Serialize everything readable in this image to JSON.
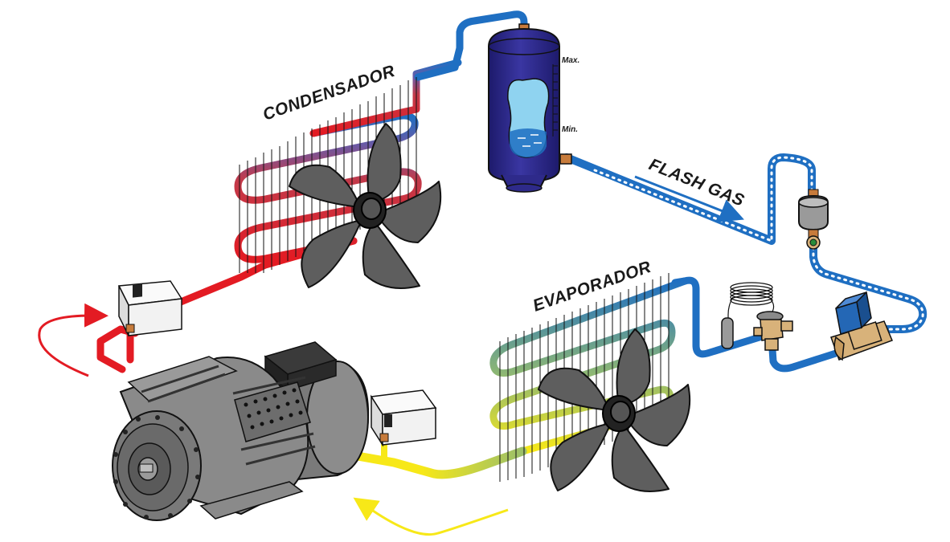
{
  "labels": {
    "condenser": "CONDENSADOR",
    "evaporator": "EVAPORADOR",
    "flash_gas": "FLASH GAS",
    "level_max": "Max.",
    "level_min": "Min."
  },
  "colors": {
    "discharge_line": "#e31b23",
    "suction_line": "#f7e818",
    "liquid_line": "#1f6fc2",
    "receiver_body": "#2e2a8a",
    "fan_blade": "#5e5e5e",
    "compressor_body": "#8a8a8a",
    "switch_box": "#f2f2f2",
    "brass": "#d8b27a",
    "copper": "#c77b3b"
  }
}
